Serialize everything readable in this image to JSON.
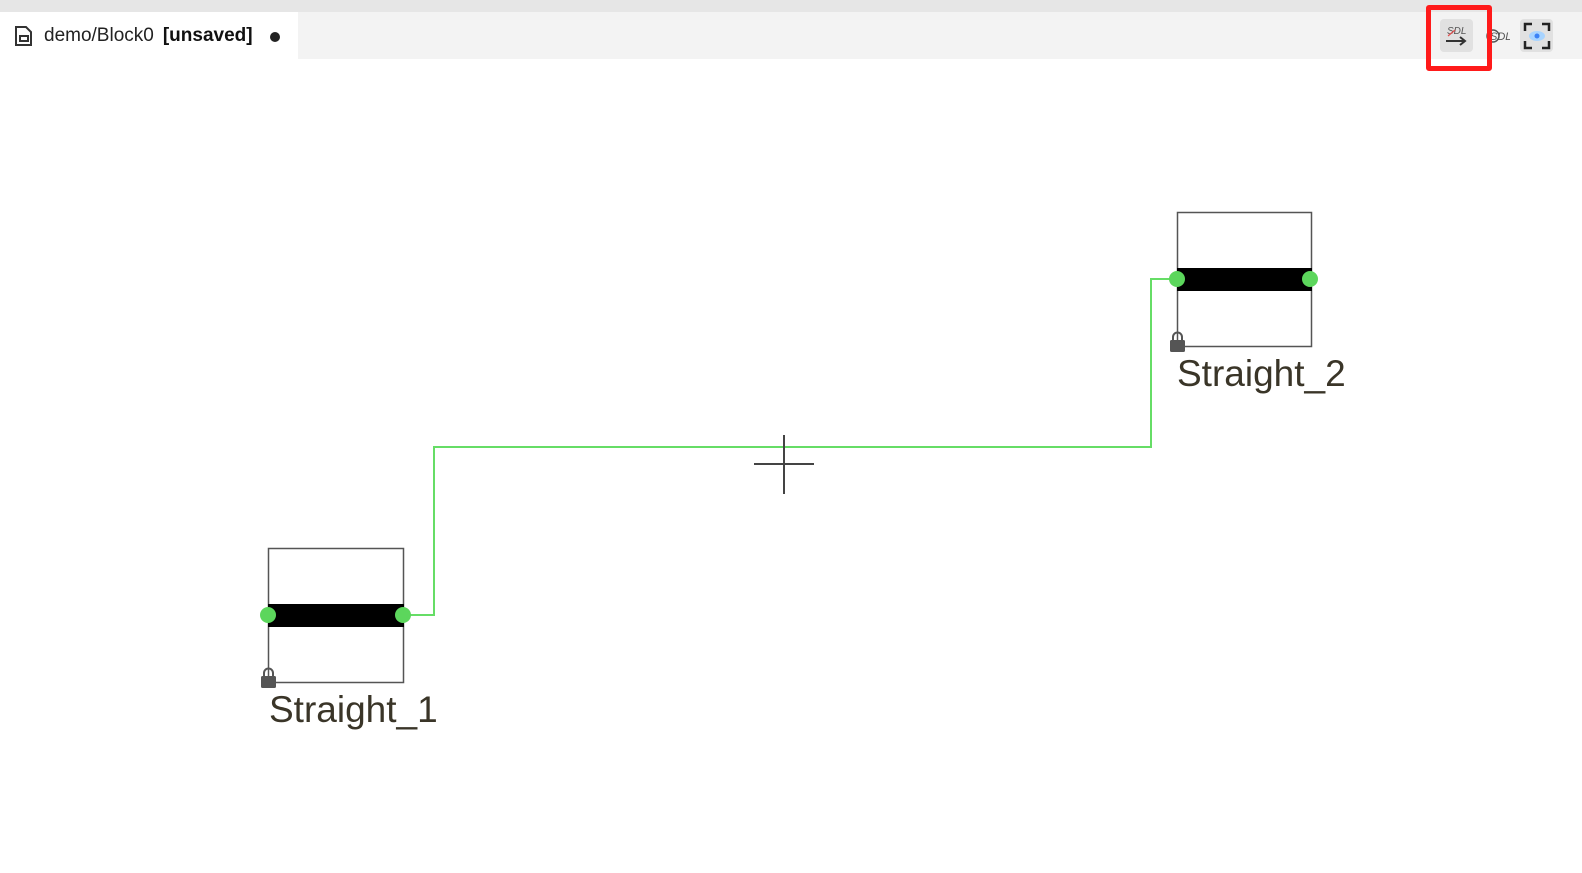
{
  "tab": {
    "path": "demo/Block0",
    "status": "[unsaved]",
    "file_icon": "file-diagram-icon",
    "dirty_icon": "unsaved-dot-icon"
  },
  "toolbar": {
    "sdl_button": {
      "icon": "sdl-export-icon",
      "glyph_text": "SDL"
    },
    "sdl_view_button": {
      "icon": "sdl-view-icon",
      "glyph_text": "SDL"
    },
    "fit_button": {
      "icon": "fit-view-icon"
    }
  },
  "diagram": {
    "blocks": [
      {
        "id": "straight_1",
        "label": "Straight_1"
      },
      {
        "id": "straight_2",
        "label": "Straight_2"
      }
    ],
    "connection": {
      "from": "Straight_1",
      "to": "Straight_2"
    }
  },
  "colors": {
    "port": "#5cd65c",
    "wire": "#66dd66",
    "highlight": "#ff1a1a",
    "block_bar": "#000000"
  }
}
